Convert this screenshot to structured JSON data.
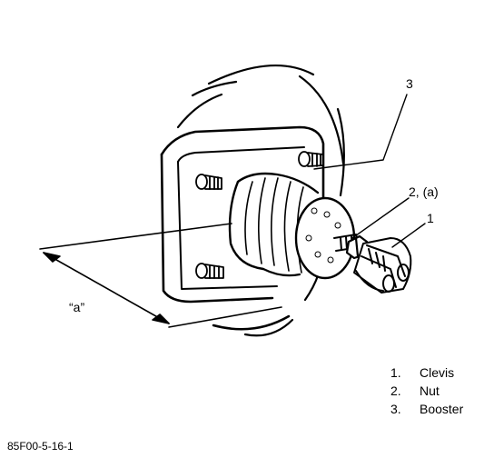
{
  "callouts": {
    "c3": "3",
    "c2a": "2, (a)",
    "c1": "1",
    "dim_a": "“a”"
  },
  "legend": [
    {
      "num": "1.",
      "text": "Clevis"
    },
    {
      "num": "2.",
      "text": "Nut"
    },
    {
      "num": "3.",
      "text": "Booster"
    }
  ],
  "figure_id": "85F00-5-16-1"
}
